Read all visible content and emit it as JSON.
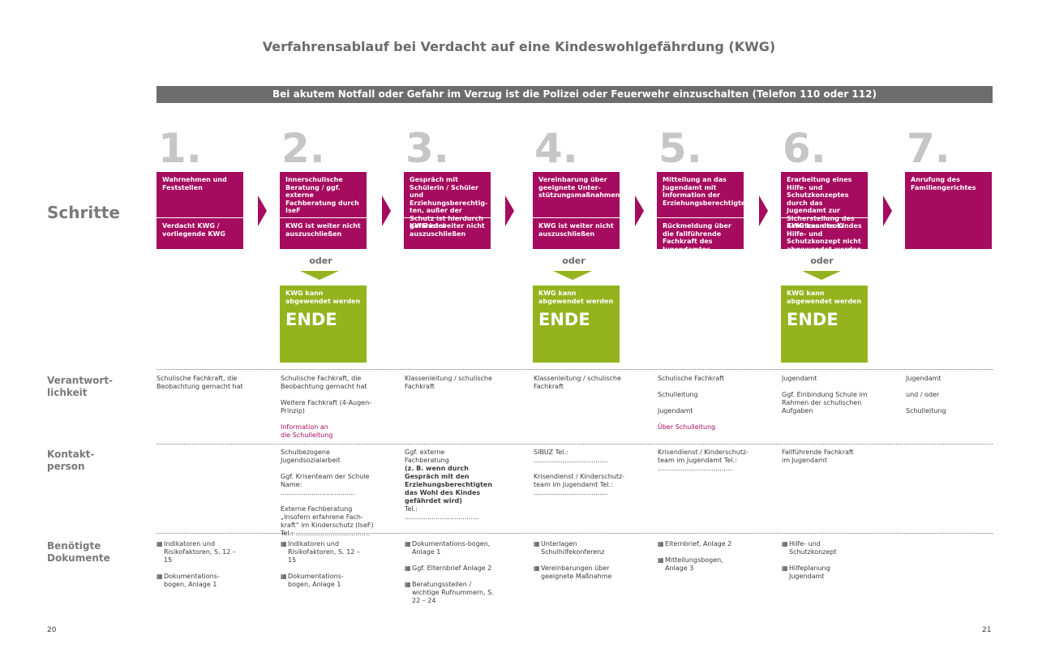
{
  "title": "Verfahrensablauf bei Verdacht auf eine Kindeswohlgefährdung (KWG)",
  "banner": "Bei akutem Notfall oder Gefahr im Verzug ist  die Polizei oder Feuerwehr einzuschalten (Telefon 110 oder 112)",
  "row_labels": {
    "schritte": "Schritte",
    "verantwortlichkeit": [
      "Verantwort-",
      "lichkeit"
    ],
    "kontaktperson": [
      "Kontakt-",
      "person"
    ],
    "dokumente": [
      "Benötigte",
      "Dokumente"
    ]
  },
  "steps": [
    {
      "num": "1.",
      "top": "Wahrnehmen und Feststellen",
      "bottom": "Verdacht KWG / vorliegende KWG"
    },
    {
      "num": "2.",
      "top": "Innerschulische Beratung / ggf. externe Fachberatung durch IseF",
      "bottom": "KWG ist weiter nicht auszuschließen"
    },
    {
      "num": "3.",
      "top": "Gespräch mit Schülerin / Schüler und Erziehungsberechtig-ten, außer der Schutz ist hierdurch gefährdet",
      "bottom": "KWG ist weiter nicht auszuschließen"
    },
    {
      "num": "4.",
      "top": "Vereinbarung über geeignete Unter-stützungsmaßnahmen",
      "bottom": "KWG ist weiter nicht auszuschließen"
    },
    {
      "num": "5.",
      "top": "Mitteilung an das Jugendamt mit Information der Erziehungsberechtigten",
      "bottom": "Rückmeldung über die fallführende Fachkraft des Jugendamtes"
    },
    {
      "num": "6.",
      "top": "Erarbeitung eines Hilfe- und Schutzkonzeptes durch das Jugendamt zur Sicherstellung des Schutzes des Kindes",
      "bottom": "KWG kann trotz Hilfe- und Schutzkonzept nicht abgewendet werden"
    },
    {
      "num": "7.",
      "top": "Anrufung des Familiengerichtes",
      "bottom": ""
    }
  ],
  "oder_label": "oder",
  "ende": {
    "text": "KWG kann abgewendet werden",
    "label": "ENDE"
  },
  "verantwortlichkeit": [
    [
      "Schulische Fachkraft, die Beobachtung gemacht hat"
    ],
    [
      "Schulische Fachkraft, die Beobachtung gemacht hat",
      "Weitere Fachkraft (4-Augen-Prinzip)",
      "Information an die Schulleitung"
    ],
    [
      "Klassenleitung / schulische Fachkraft"
    ],
    [
      "Klassenleitung / schulische Fachkraft"
    ],
    [
      "Schulische Fachkraft",
      "Schulleitung",
      "Jugendamt",
      "Über Schulleitung"
    ],
    [
      "Jugendamt",
      "Ggf. Einbindung Schule im Rahmen der schulischen Aufgaben"
    ],
    [
      "Jugendamt",
      "und / oder",
      "Schulleitung"
    ]
  ],
  "kontakt": {
    "c2": [
      "Schulbezogene Jugendsozialarbeit",
      "Ggf. Krisenteam der Schule Name: ....................................",
      "Externe Fachberatung „Insofern erfahrene Fach-kraft“ im Kinderschutz (IseF) Tel.: ...................................."
    ],
    "c3_a": "Ggf. externe Fachberatung",
    "c3_b": "(z. B. wenn durch Gespräch mit den Erziehungsberechtigten das Wohl des Kindes gefährdet wird)",
    "c3_c": "Tel.: ....................................",
    "c4": [
      "SIBUZ Tel.: ....................................",
      "Krisendienst / Kinderschutz-team im Jugendamt Tel.: ...................................."
    ],
    "c5": [
      "Krisendienst / Kinderschutz-team im Jugendamt Tel.: ...................................."
    ],
    "c6": [
      "Fallführende Fachkraft im Jugendamt"
    ]
  },
  "dokumente": [
    [
      "Indikatoren und Risikofaktoren, S. 12 – 15",
      "Dokumentations-bogen, Anlage 1"
    ],
    [
      "Indikatoren und Risikofaktoren, S. 12 – 15",
      "Dokumentations-bogen, Anlage 1"
    ],
    [
      "Dokumentations-bogen, Anlage 1",
      "Ggf. Elternbrief Anlage 2",
      "Beratungsstellen / wichtige Rufnummern, S. 22 – 24"
    ],
    [
      "Unterlagen Schulhilfekonferenz",
      "Vereinbarungen über geeignete Maßnahme"
    ],
    [
      "Elternbrief, Anlage 2",
      "Mitteilungsbogen, Anlage 3"
    ],
    [
      "Hilfe- und Schutzkonzept",
      "Hilfeplanung Jugendamt"
    ]
  ],
  "doc_icon": "document-icon",
  "colors": {
    "magenta": "#a50b5e",
    "green": "#94b31e",
    "banner": "#6d6d6d"
  },
  "page_left": "20",
  "page_right": "21"
}
